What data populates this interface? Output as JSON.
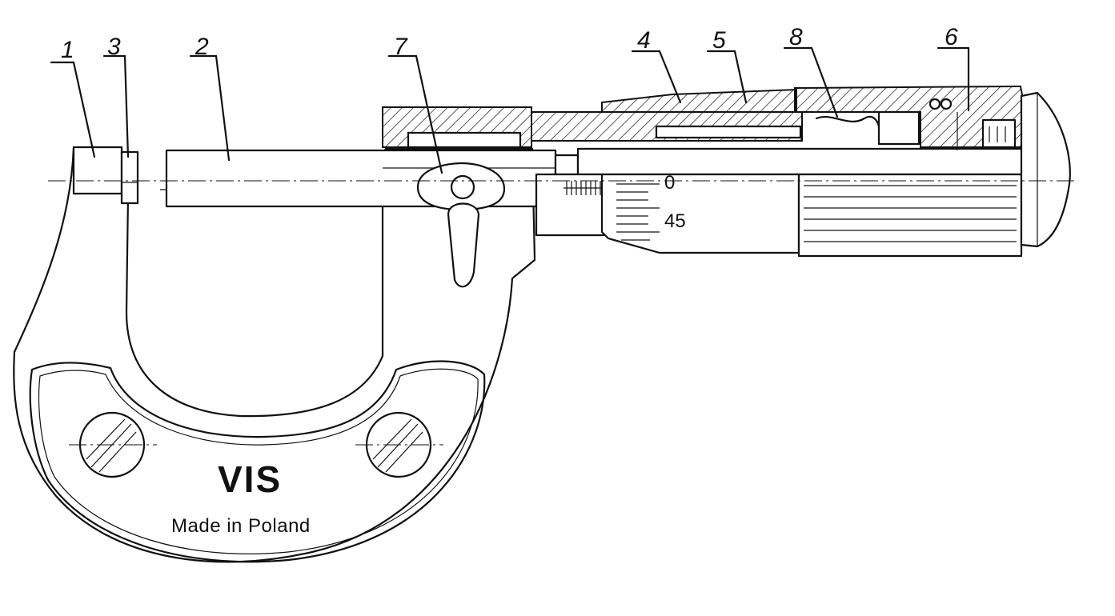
{
  "part_labels": {
    "anvil_face": "1",
    "spindle": "2",
    "anvil": "3",
    "sleeve": "4",
    "thimble": "5",
    "ratchet": "6",
    "lock_lever": "7",
    "spring": "8"
  },
  "thimble_scale": {
    "zero_mark": "0",
    "mark_45": "45"
  },
  "frame_text": {
    "logo": "VIS",
    "origin": "Made in Poland"
  },
  "colors": {
    "ink": "#111111",
    "paper": "#ffffff"
  }
}
